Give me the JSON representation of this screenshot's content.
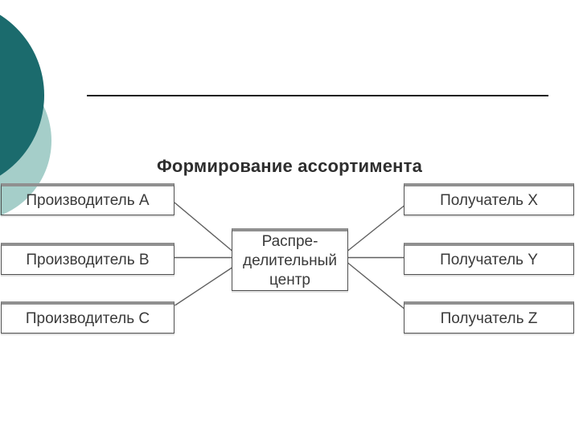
{
  "slide": {
    "diagram_title": "Формирование ассортимента",
    "colors": {
      "dark_circle": "#1b6b6d",
      "light_circle": "#a5cec9",
      "box_border": "#4f4f4f",
      "box_top_edge": "#909090",
      "box_text": "#3a3a3a",
      "connector_line": "#5f5f5f"
    },
    "diagram": {
      "producers": [
        "Производитель А",
        "Производитель В",
        "Производитель С"
      ],
      "distribution_center_lines": [
        "Распре-",
        "делительный",
        "центр"
      ],
      "recipients": [
        "Получатель X",
        "Получатель Y",
        "Получатель Z"
      ]
    }
  }
}
